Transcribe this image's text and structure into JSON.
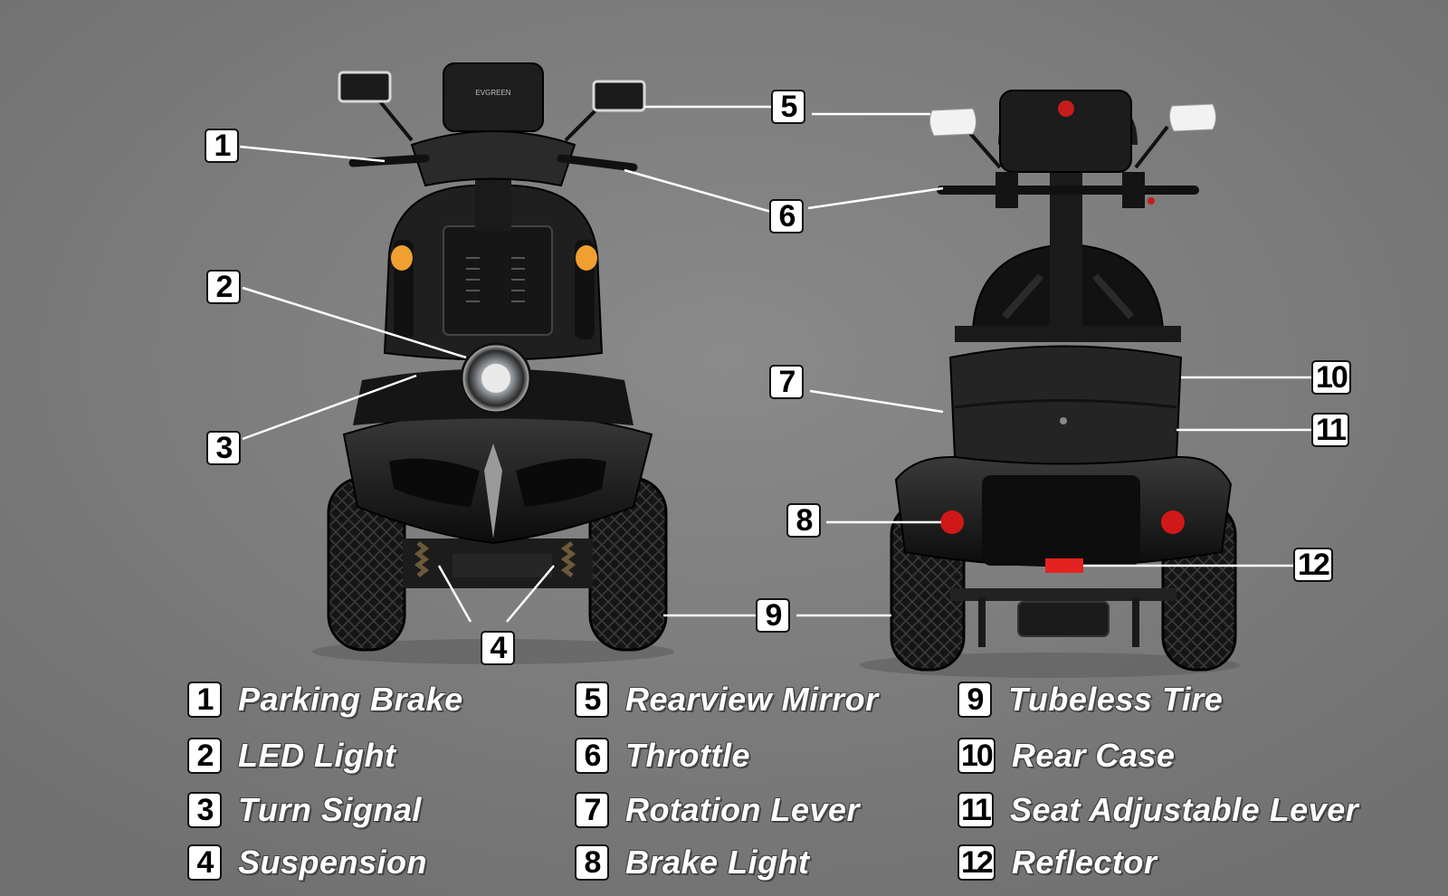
{
  "callouts": [
    {
      "num": "1",
      "label": "Parking Brake"
    },
    {
      "num": "2",
      "label": "LED Light"
    },
    {
      "num": "3",
      "label": "Turn Signal"
    },
    {
      "num": "4",
      "label": "Suspension"
    },
    {
      "num": "5",
      "label": "Rearview Mirror"
    },
    {
      "num": "6",
      "label": "Throttle"
    },
    {
      "num": "7",
      "label": "Rotation Lever"
    },
    {
      "num": "8",
      "label": "Brake Light"
    },
    {
      "num": "9",
      "label": "Tubeless Tire"
    },
    {
      "num": "10",
      "label": "Rear Case"
    },
    {
      "num": "11",
      "label": "Seat Adjustable Lever"
    },
    {
      "num": "12",
      "label": "Reflector"
    }
  ],
  "seat_brand": "EVGREEN",
  "colors": {
    "background": "#7f7f7f",
    "scooter_body": "#1a1a1a",
    "amber_signal": "#f0a030",
    "brake_light": "#d01818",
    "legend_text": "#ffffff"
  }
}
